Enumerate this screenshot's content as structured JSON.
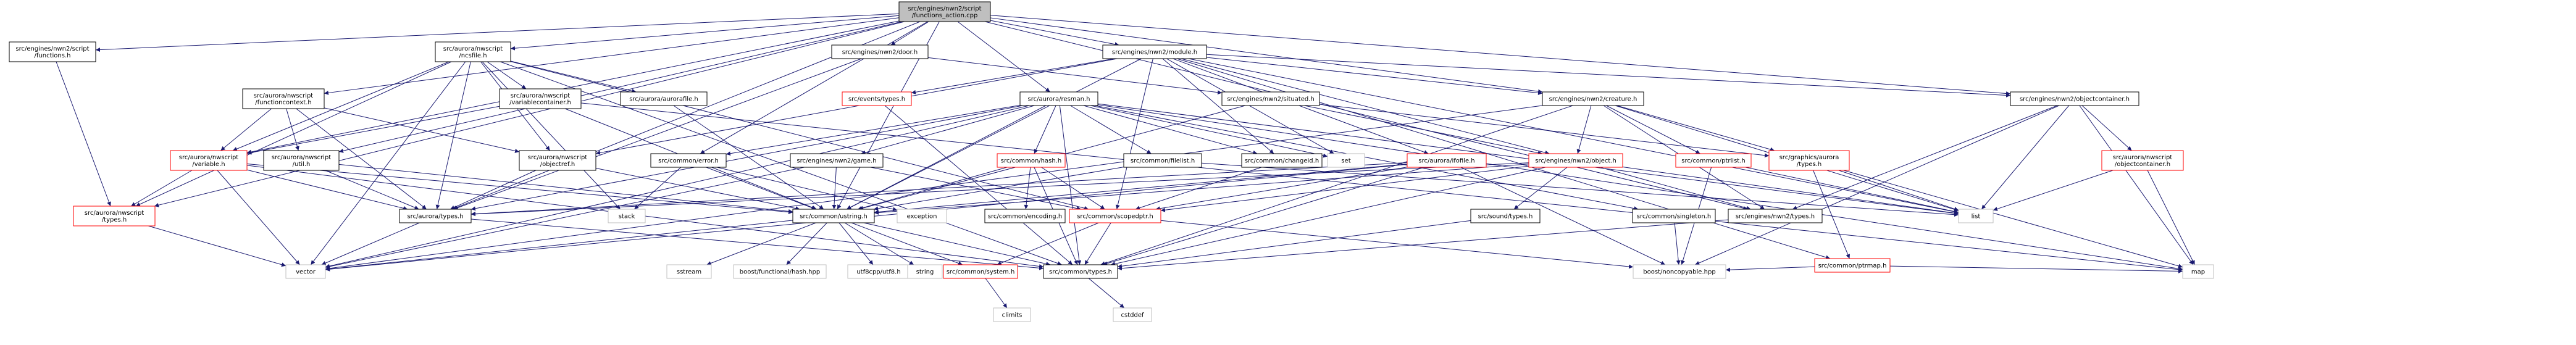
{
  "colors": {
    "edge": "#191970",
    "border_black": "#000000",
    "border_red": "#ff0000",
    "border_gray": "#bfbfbf",
    "root_fill": "#bfbfbf",
    "node_fill": "#ffffff",
    "text": "#000000"
  },
  "nodes": {
    "root": {
      "lines": [
        "src/engines/nwn2/script",
        "/functions_action.cpp"
      ],
      "style": "root"
    },
    "nwn2_functions": {
      "lines": [
        "src/engines/nwn2/script",
        "/functions.h"
      ],
      "style": "black"
    },
    "ncsfile": {
      "lines": [
        "src/aurora/nwscript",
        "/ncsfile.h"
      ],
      "style": "black"
    },
    "door": {
      "lines": [
        "src/engines/nwn2/door.h"
      ],
      "style": "black"
    },
    "module": {
      "lines": [
        "src/engines/nwn2/module.h"
      ],
      "style": "black"
    },
    "funccontext": {
      "lines": [
        "src/aurora/nwscript",
        "/functioncontext.h"
      ],
      "style": "black"
    },
    "varcontainer": {
      "lines": [
        "src/aurora/nwscript",
        "/variablecontainer.h"
      ],
      "style": "black"
    },
    "aurorafile": {
      "lines": [
        "src/aurora/aurorafile.h"
      ],
      "style": "black"
    },
    "events_types": {
      "lines": [
        "src/events/types.h"
      ],
      "style": "red"
    },
    "resman": {
      "lines": [
        "src/aurora/resman.h"
      ],
      "style": "black"
    },
    "situated": {
      "lines": [
        "src/engines/nwn2/situated.h"
      ],
      "style": "black"
    },
    "creature": {
      "lines": [
        "src/engines/nwn2/creature.h"
      ],
      "style": "black"
    },
    "objectcontainer": {
      "lines": [
        "src/engines/nwn2/objectcontainer.h"
      ],
      "style": "black"
    },
    "variable": {
      "lines": [
        "src/aurora/nwscript",
        "/variable.h"
      ],
      "style": "red"
    },
    "util": {
      "lines": [
        "src/aurora/nwscript",
        "/util.h"
      ],
      "style": "black"
    },
    "objectref": {
      "lines": [
        "src/aurora/nwscript",
        "/objectref.h"
      ],
      "style": "black"
    },
    "error": {
      "lines": [
        "src/common/error.h"
      ],
      "style": "black"
    },
    "game": {
      "lines": [
        "src/engines/nwn2/game.h"
      ],
      "style": "black"
    },
    "hash": {
      "lines": [
        "src/common/hash.h"
      ],
      "style": "red"
    },
    "filelist": {
      "lines": [
        "src/common/filelist.h"
      ],
      "style": "black"
    },
    "changeid": {
      "lines": [
        "src/common/changeid.h"
      ],
      "style": "black"
    },
    "set": {
      "lines": [
        "set"
      ],
      "style": "gray"
    },
    "ifofile": {
      "lines": [
        "src/aurora/ifofile.h"
      ],
      "style": "red"
    },
    "nwn2_object": {
      "lines": [
        "src/engines/nwn2/object.h"
      ],
      "style": "red"
    },
    "ptrlist": {
      "lines": [
        "src/common/ptrlist.h"
      ],
      "style": "red"
    },
    "graphics_types": {
      "lines": [
        "src/graphics/aurora",
        "/types.h"
      ],
      "style": "red"
    },
    "aurora_objcontainer": {
      "lines": [
        "src/aurora/nwscript",
        "/objectcontainer.h"
      ],
      "style": "red"
    },
    "nwscript_types": {
      "lines": [
        "src/aurora/nwscript",
        "/types.h"
      ],
      "style": "red"
    },
    "aurora_types": {
      "lines": [
        "src/aurora/types.h"
      ],
      "style": "black"
    },
    "stack": {
      "lines": [
        "stack"
      ],
      "style": "gray"
    },
    "ustring": {
      "lines": [
        "src/common/ustring.h"
      ],
      "style": "black"
    },
    "exception": {
      "lines": [
        "exception"
      ],
      "style": "gray"
    },
    "encoding": {
      "lines": [
        "src/common/encoding.h"
      ],
      "style": "black"
    },
    "scopedptr": {
      "lines": [
        "src/common/scopedptr.h"
      ],
      "style": "red"
    },
    "sound_types": {
      "lines": [
        "src/sound/types.h"
      ],
      "style": "black"
    },
    "singleton": {
      "lines": [
        "src/common/singleton.h"
      ],
      "style": "black"
    },
    "nwn2_types": {
      "lines": [
        "src/engines/nwn2/types.h"
      ],
      "style": "black"
    },
    "list": {
      "lines": [
        "list"
      ],
      "style": "gray"
    },
    "ptrmap": {
      "lines": [
        "src/common/ptrmap.h"
      ],
      "style": "red"
    },
    "vector": {
      "lines": [
        "vector"
      ],
      "style": "gray"
    },
    "sstream": {
      "lines": [
        "sstream"
      ],
      "style": "gray"
    },
    "boost_hash": {
      "lines": [
        "boost/functional/hash.hpp"
      ],
      "style": "gray"
    },
    "utf8": {
      "lines": [
        "utf8cpp/utf8.h"
      ],
      "style": "gray"
    },
    "string": {
      "lines": [
        "string"
      ],
      "style": "gray"
    },
    "system": {
      "lines": [
        "src/common/system.h"
      ],
      "style": "red"
    },
    "common_types": {
      "lines": [
        "src/common/types.h"
      ],
      "style": "black"
    },
    "noncopyable": {
      "lines": [
        "boost/noncopyable.hpp"
      ],
      "style": "gray"
    },
    "map": {
      "lines": [
        "map"
      ],
      "style": "gray"
    },
    "climits": {
      "lines": [
        "climits"
      ],
      "style": "gray"
    },
    "cstddef": {
      "lines": [
        "cstddef"
      ],
      "style": "gray"
    }
  },
  "edges": [
    [
      "root",
      "nwn2_functions"
    ],
    [
      "root",
      "ncsfile"
    ],
    [
      "root",
      "door"
    ],
    [
      "root",
      "module"
    ],
    [
      "root",
      "funccontext"
    ],
    [
      "root",
      "variable"
    ],
    [
      "root",
      "util"
    ],
    [
      "root",
      "error"
    ],
    [
      "root",
      "nwn2_types"
    ],
    [
      "root",
      "objectcontainer"
    ],
    [
      "root",
      "resman"
    ],
    [
      "root",
      "creature"
    ],
    [
      "root",
      "ustring"
    ],
    [
      "root",
      "nwscript_types"
    ],
    [
      "root",
      "aurora_types"
    ],
    [
      "nwn2_functions",
      "nwscript_types"
    ],
    [
      "ncsfile",
      "varcontainer"
    ],
    [
      "ncsfile",
      "aurorafile"
    ],
    [
      "ncsfile",
      "objectref"
    ],
    [
      "ncsfile",
      "variable"
    ],
    [
      "ncsfile",
      "aurora_types"
    ],
    [
      "ncsfile",
      "scopedptr"
    ],
    [
      "ncsfile",
      "common_types"
    ],
    [
      "ncsfile",
      "vector"
    ],
    [
      "ncsfile",
      "stack"
    ],
    [
      "ncsfile",
      "nwscript_types"
    ],
    [
      "door",
      "situated"
    ],
    [
      "door",
      "aurora_types"
    ],
    [
      "module",
      "events_types"
    ],
    [
      "module",
      "ifofile"
    ],
    [
      "module",
      "changeid"
    ],
    [
      "module",
      "nwn2_object"
    ],
    [
      "module",
      "objectcontainer"
    ],
    [
      "module",
      "creature"
    ],
    [
      "module",
      "ptrmap"
    ],
    [
      "module",
      "set"
    ],
    [
      "module",
      "list"
    ],
    [
      "module",
      "ustring"
    ],
    [
      "module",
      "objectref"
    ],
    [
      "module",
      "scopedptr"
    ],
    [
      "funccontext",
      "objectref"
    ],
    [
      "funccontext",
      "variable"
    ],
    [
      "funccontext",
      "util"
    ],
    [
      "funccontext",
      "aurora_types"
    ],
    [
      "varcontainer",
      "variable"
    ],
    [
      "varcontainer",
      "ustring"
    ],
    [
      "varcontainer",
      "map"
    ],
    [
      "aurorafile",
      "ustring"
    ],
    [
      "events_types",
      "common_types"
    ],
    [
      "resman",
      "error"
    ],
    [
      "resman",
      "game"
    ],
    [
      "resman",
      "hash"
    ],
    [
      "resman",
      "filelist"
    ],
    [
      "resman",
      "changeid"
    ],
    [
      "resman",
      "set"
    ],
    [
      "resman",
      "singleton"
    ],
    [
      "resman",
      "aurora_types"
    ],
    [
      "resman",
      "ustring"
    ],
    [
      "resman",
      "list"
    ],
    [
      "resman",
      "map"
    ],
    [
      "resman",
      "vector"
    ],
    [
      "resman",
      "common_types"
    ],
    [
      "situated",
      "nwn2_object"
    ],
    [
      "situated",
      "ustring"
    ],
    [
      "situated",
      "graphics_types"
    ],
    [
      "creature",
      "nwn2_object"
    ],
    [
      "creature",
      "ptrlist"
    ],
    [
      "creature",
      "graphics_types"
    ],
    [
      "creature",
      "nwn2_types"
    ],
    [
      "creature",
      "list"
    ],
    [
      "creature",
      "common_types"
    ],
    [
      "creature",
      "vector"
    ],
    [
      "objectcontainer",
      "aurora_objcontainer"
    ],
    [
      "objectcontainer",
      "nwn2_types"
    ],
    [
      "objectcontainer",
      "list"
    ],
    [
      "objectcontainer",
      "noncopyable"
    ],
    [
      "objectcontainer",
      "map"
    ],
    [
      "variable",
      "nwscript_types"
    ],
    [
      "variable",
      "aurora_types"
    ],
    [
      "variable",
      "ustring"
    ],
    [
      "variable",
      "vector"
    ],
    [
      "variable",
      "common_types"
    ],
    [
      "util",
      "ustring"
    ],
    [
      "util",
      "aurora_types"
    ],
    [
      "objectref",
      "ustring"
    ],
    [
      "objectref",
      "aurora_types"
    ],
    [
      "error",
      "ustring"
    ],
    [
      "error",
      "stack"
    ],
    [
      "error",
      "exception"
    ],
    [
      "game",
      "ustring"
    ],
    [
      "game",
      "scopedptr"
    ],
    [
      "game",
      "vector"
    ],
    [
      "hash",
      "ustring"
    ],
    [
      "hash",
      "encoding"
    ],
    [
      "hash",
      "scopedptr"
    ],
    [
      "hash",
      "common_types"
    ],
    [
      "filelist",
      "ustring"
    ],
    [
      "filelist",
      "list"
    ],
    [
      "changeid",
      "scopedptr"
    ],
    [
      "ifofile",
      "ustring"
    ],
    [
      "ifofile",
      "scopedptr"
    ],
    [
      "ifofile",
      "aurora_types"
    ],
    [
      "ifofile",
      "vector"
    ],
    [
      "ifofile",
      "noncopyable"
    ],
    [
      "ifofile",
      "common_types"
    ],
    [
      "nwn2_object",
      "ustring"
    ],
    [
      "nwn2_object",
      "sound_types"
    ],
    [
      "nwn2_object",
      "nwn2_types"
    ],
    [
      "nwn2_object",
      "aurora_types"
    ],
    [
      "nwn2_object",
      "scopedptr"
    ],
    [
      "nwn2_object",
      "list"
    ],
    [
      "nwn2_object",
      "common_types"
    ],
    [
      "ptrlist",
      "list"
    ],
    [
      "ptrlist",
      "noncopyable"
    ],
    [
      "graphics_types",
      "list"
    ],
    [
      "graphics_types",
      "map"
    ],
    [
      "graphics_types",
      "ptrmap"
    ],
    [
      "aurora_objcontainer",
      "list"
    ],
    [
      "aurora_objcontainer",
      "map"
    ],
    [
      "nwscript_types",
      "vector"
    ],
    [
      "aurora_types",
      "vector"
    ],
    [
      "aurora_types",
      "common_types"
    ],
    [
      "ustring",
      "vector"
    ],
    [
      "ustring",
      "sstream"
    ],
    [
      "ustring",
      "boost_hash"
    ],
    [
      "ustring",
      "utf8"
    ],
    [
      "ustring",
      "string"
    ],
    [
      "ustring",
      "system"
    ],
    [
      "ustring",
      "common_types"
    ],
    [
      "scopedptr",
      "system"
    ],
    [
      "scopedptr",
      "common_types"
    ],
    [
      "scopedptr",
      "noncopyable"
    ],
    [
      "sound_types",
      "common_types"
    ],
    [
      "singleton",
      "noncopyable"
    ],
    [
      "nwn2_types",
      "common_types"
    ],
    [
      "ptrmap",
      "map"
    ],
    [
      "ptrmap",
      "noncopyable"
    ],
    [
      "system",
      "climits"
    ],
    [
      "common_types",
      "cstddef"
    ]
  ]
}
